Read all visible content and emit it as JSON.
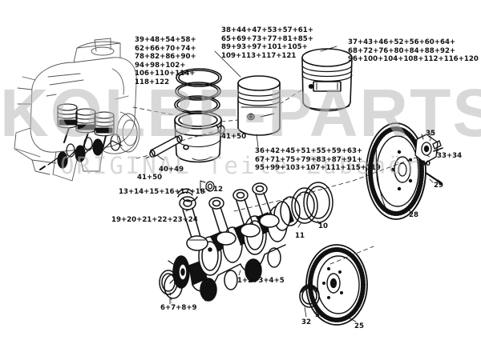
{
  "watermark": {
    "brand": "KOLBE-PARTS",
    "tagline": "ORIGINAL Teile Zubehör"
  },
  "labels": {
    "rings_group": [
      "39+48+54+58+",
      "62+66+70+74+",
      "78+82+86+90+",
      "94+98+102+",
      "106+110+114+",
      "118+122"
    ],
    "piston_a_group": [
      "38+44+47+53+57+61+",
      "65+69+73+77+81+85+",
      "89+93+97+101+105+",
      "109+113+117+121"
    ],
    "piston_b_group": [
      "37+43+46+52+56+60+64+",
      "68+72+76+80+84+88+92+",
      "96+100+104+108+112+116+120"
    ],
    "liner_group": [
      "36+42+45+51+55+59+63+",
      "67+71+75+79+83+87+91+",
      "95+99+103+107+111+115+119"
    ],
    "clip": "41+50",
    "pin_a": "40+49",
    "pin_b": "41+50",
    "bearing_upper": "13+14+15+16+17+18",
    "bearing_lower": "19+20+21+22+23+24",
    "bush": "12",
    "seal_a": "11",
    "seal_b": "10",
    "crank": "1+2+3+4+5",
    "main_shells": "6+7+8+9",
    "flywheel": "28",
    "bolt": "29",
    "plate": "30",
    "nut": "35",
    "washers": "33+34",
    "ring_gear": "25",
    "seal_ring": "31",
    "spacer": "32"
  },
  "colors": {
    "ink": "#111111",
    "watermark": "#b9b9b9",
    "background": "#ffffff"
  }
}
